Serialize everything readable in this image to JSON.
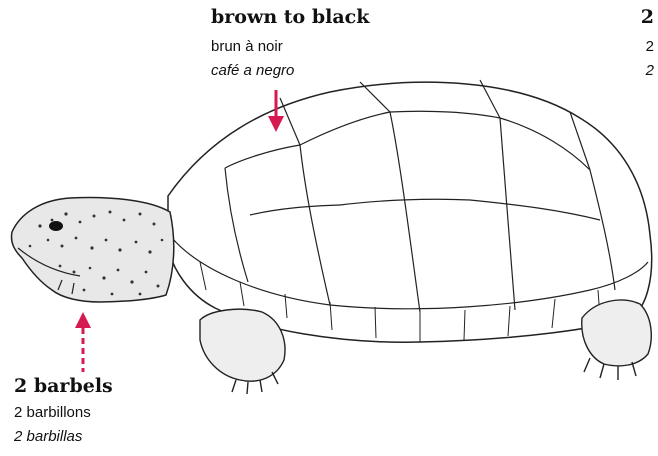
{
  "callouts": {
    "carapace": {
      "en": "brown to black",
      "fr": "brun à noir",
      "es": "café a negro",
      "number_en": "2",
      "number_fr": "2",
      "number_es": "2"
    },
    "barbels": {
      "en": "2 barbels",
      "fr": "2 barbillons",
      "es": "2 barbillas"
    }
  },
  "colors": {
    "arrow": "#d6194f",
    "line": "#222222"
  }
}
